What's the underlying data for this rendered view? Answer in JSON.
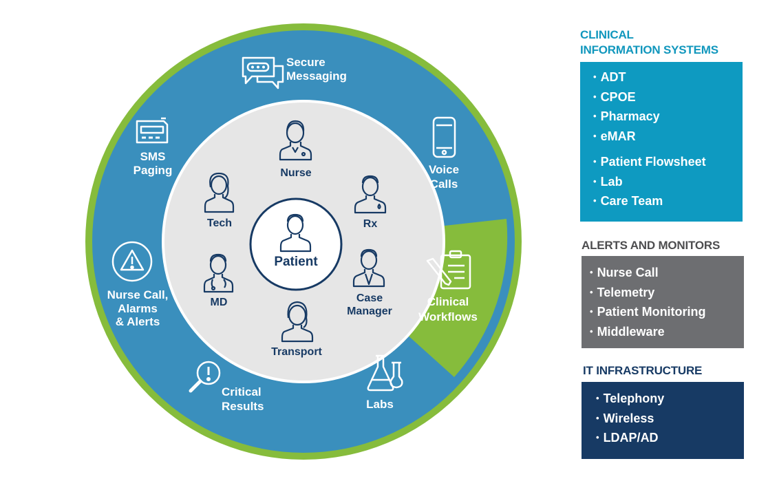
{
  "colors": {
    "outer_ring": "#86bc3c",
    "blue_ring": "#3a8fbd",
    "inner_circle": "#e6e6e6",
    "dark_navy": "#173a64",
    "cis_blue": "#0e9ac1",
    "alerts_grey": "#6d6e71"
  },
  "outer_ring": {
    "secure_messaging": {
      "label_line1": "Secure",
      "label_line2": "Messaging",
      "icon": "chat-bubbles-icon"
    },
    "voice_calls": {
      "label_line1": "Voice",
      "label_line2": "Calls",
      "icon": "smartphone-icon"
    },
    "clinical_workflows": {
      "label_line1": "Clinical",
      "label_line2": "Workflows",
      "icon": "clipboard-pen-icon"
    },
    "labs": {
      "label": "Labs",
      "icon": "lab-flasks-icon"
    },
    "critical_results": {
      "label_line1": "Critical",
      "label_line2": "Results",
      "icon": "magnifier-exclamation-icon"
    },
    "nurse_call": {
      "label_line1": "Nurse Call,",
      "label_line2": "Alarms",
      "label_line3": "& Alerts",
      "icon": "warning-triangle-icon"
    },
    "sms_paging": {
      "label_line1": "SMS",
      "label_line2": "Paging",
      "icon": "pager-icon"
    }
  },
  "care_team": {
    "nurse": "Nurse",
    "rx": "Rx",
    "case_manager_line1": "Case",
    "case_manager_line2": "Manager",
    "transport": "Transport",
    "md": "MD",
    "tech": "Tech"
  },
  "center": {
    "label": "Patient"
  },
  "panels": {
    "clinical_information_systems": {
      "title_line1": "CLINICAL",
      "title_line2": "INFORMATION SYSTEMS",
      "items": [
        "ADT",
        "CPOE",
        "Pharmacy",
        "eMAR",
        "Patient Flowsheet",
        "Lab",
        "Care Team"
      ]
    },
    "alerts_and_monitors": {
      "title": "ALERTS AND MONITORS",
      "items": [
        "Nurse Call",
        "Telemetry",
        "Patient Monitoring",
        "Middleware"
      ]
    },
    "it_infrastructure": {
      "title": "IT INFRASTRUCTURE",
      "items": [
        "Telephony",
        "Wireless",
        "LDAP/AD"
      ]
    }
  }
}
